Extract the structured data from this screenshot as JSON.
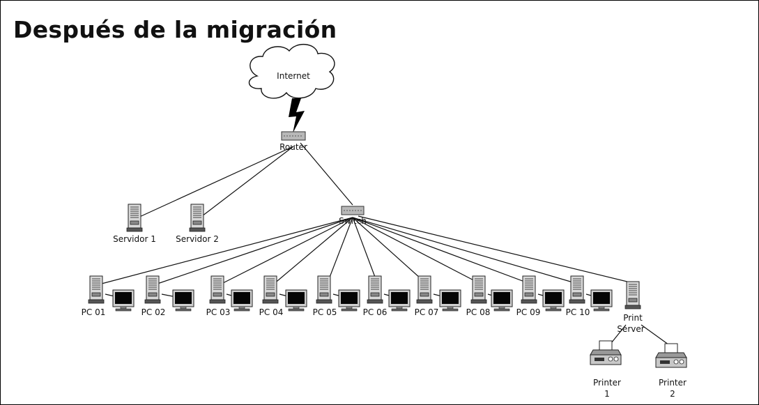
{
  "title": "Después de la migración",
  "nodes": {
    "internet": "Internet",
    "router": "Router",
    "switch": "Switch",
    "servers": [
      "Servidor 1",
      "Servidor 2"
    ],
    "pcs": [
      "PC 01",
      "PC 02",
      "PC 03",
      "PC 04",
      "PC 05",
      "PC 06",
      "PC 07",
      "PC 08",
      "PC 09",
      "PC 10"
    ],
    "print_server": [
      "Print",
      "Server"
    ],
    "printers": [
      [
        "Printer",
        "1"
      ],
      [
        "Printer",
        "2"
      ]
    ]
  }
}
